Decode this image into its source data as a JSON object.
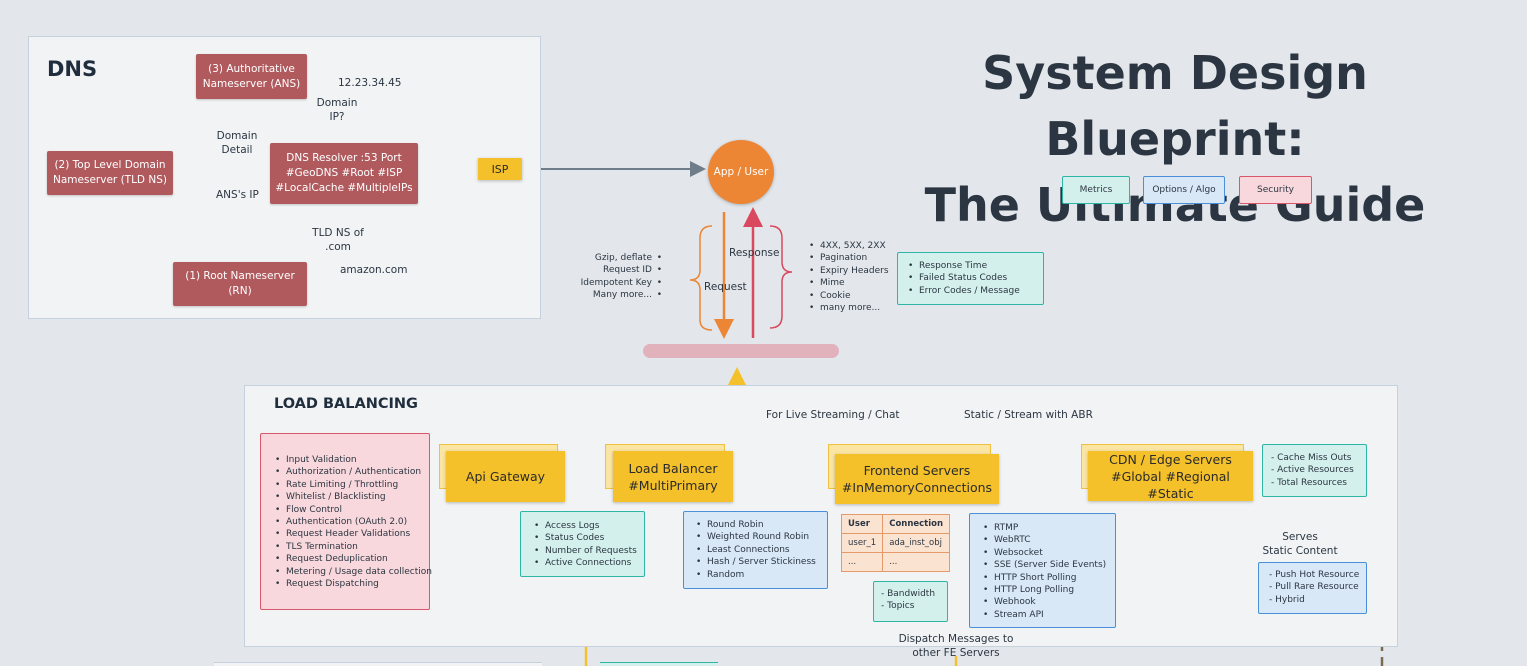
{
  "title": {
    "line1": "System Design Blueprint:",
    "line2": "The Ultimate Guide"
  },
  "legend": [
    {
      "label": "Metrics",
      "bg": "#d4f0ec",
      "border": "#2fb5a3"
    },
    {
      "label": "Options / Algo",
      "bg": "#d9e8f6",
      "border": "#4a90d9"
    },
    {
      "label": "Security",
      "bg": "#f8d8dc",
      "border": "#d9576a"
    }
  ],
  "dns": {
    "title": "DNS",
    "authoritative": "(3) Authoritative Nameserver (ANS)",
    "tld": "(2) Top Level Domain Nameserver (TLD NS)",
    "root": "(1) Root Nameserver (RN)",
    "resolver_line1": "DNS Resolver :53 Port",
    "resolver_line2": "#GeoDNS #Root #ISP",
    "resolver_line3": "#LocalCache #MultipleIPs",
    "ip_label": "12.23.34.45",
    "domain_ip_label": "Domain IP?",
    "domain_detail_label": "Domain Detail",
    "ans_ip_label": "ANS's IP",
    "tld_of_com_label": "TLD NS of .com",
    "amazon_label": "amazon.com"
  },
  "isp": "ISP",
  "app_user": "App / User",
  "request_label": "Request",
  "response_label": "Response",
  "request_items": [
    "Gzip, deflate",
    "Request ID",
    "Idempotent Key",
    "Many more..."
  ],
  "response_items": [
    "4XX, 5XX, 2XX",
    "Pagination",
    "Expiry Headers",
    "Mime",
    "Cookie",
    "many more..."
  ],
  "response_metrics": [
    "Response Time",
    "Failed Status Codes",
    "Error Codes / Message"
  ],
  "lb": {
    "title": "LOAD BALANCING",
    "live_label": "For Live Streaming / Chat",
    "static_label": "Static / Stream with ABR",
    "security_items": [
      "Input Validation",
      "Authorization / Authentication",
      "Rate Limiting / Throttling",
      "Whitelist / Blacklisting",
      "Flow Control",
      "Authentication (OAuth 2.0)",
      "Request Header Validations",
      "TLS Termination",
      "Request Deduplication",
      "Metering / Usage data collection",
      "Request Dispatching"
    ],
    "api_gateway": "Api Gateway",
    "load_balancer_line1": "Load Balancer",
    "load_balancer_line2": "#MultiPrimary",
    "frontend_line1": "Frontend Servers",
    "frontend_line2": "#InMemoryConnections",
    "cdn_line1": "CDN / Edge Servers",
    "cdn_line2": "#Global #Regional #Static",
    "gateway_metrics": [
      "Access Logs",
      "Status Codes",
      "Number of Requests",
      "Active Connections"
    ],
    "lb_algos": [
      "Round Robin",
      "Weighted Round Robin",
      "Least Connections",
      "Hash / Server Stickiness",
      "Random"
    ],
    "conn_table": {
      "headers": [
        "User",
        "Connection"
      ],
      "rows": [
        [
          "user_1",
          "ada_inst_obj"
        ],
        [
          "...",
          "..."
        ]
      ]
    },
    "fe_metrics": [
      "- Bandwidth",
      "- Topics"
    ],
    "protocols": [
      "RTMP",
      "WebRTC",
      "Websocket",
      "SSE (Server Side Events)",
      "HTTP Short Polling",
      "HTTP Long Polling",
      "Webhook",
      "Stream API"
    ],
    "cdn_metrics": [
      "- Cache Miss Outs",
      "- Active Resources",
      "- Total Resources"
    ],
    "serves_label_line1": "Serves",
    "serves_label_line2": "Static Content",
    "cdn_options": [
      "- Push Hot Resource",
      "- Pull Rare Resource",
      "- Hybrid"
    ],
    "dispatch_line1": "Dispatch Messages to",
    "dispatch_line2": "other FE Servers"
  },
  "colors": {
    "yellow": "#f5c12a",
    "red_box": "#b05a5e",
    "orange": "#ec8534",
    "arrow_gray": "#6f7c89",
    "response_red": "#d9485e"
  }
}
